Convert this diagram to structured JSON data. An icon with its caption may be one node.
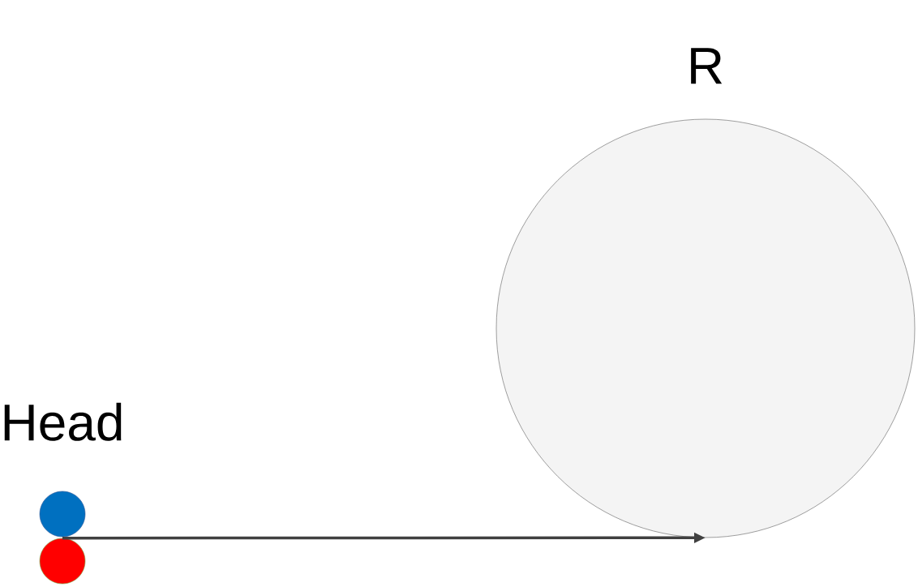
{
  "diagram": {
    "nodes": [
      {
        "text": [],
        "shape": "circle",
        "beside": [
          "Head"
        ]
      },
      {
        "text": [],
        "shape": "circle"
      },
      {
        "text": [
          "R"
        ]
      }
    ],
    "edges": [
      {
        "from": 1,
        "to": 2,
        "arrow": "to"
      }
    ]
  }
}
